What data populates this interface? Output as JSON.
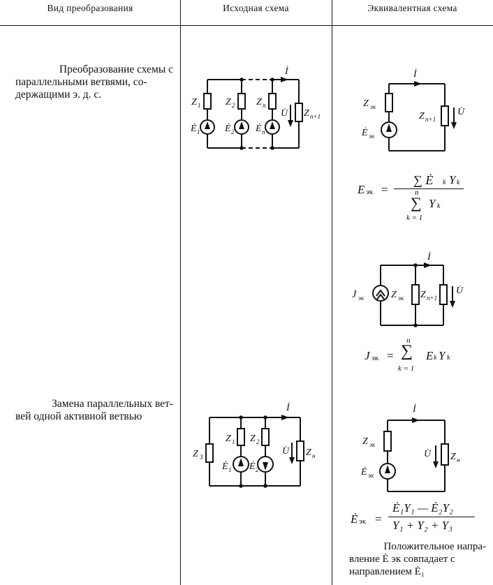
{
  "header": {
    "col1": "Вид преобразования",
    "col2": "Исходная схема",
    "col3": "Эквивалентная схема"
  },
  "row1": {
    "desc_lines": [
      "Преобразование схемы с",
      "параллельными ветвями, со-",
      "держащими э. д. с."
    ],
    "orig_labels": {
      "z1": "Z",
      "z1s": "1",
      "z2": "Z",
      "z2s": "2",
      "zn": "Z",
      "zns": "n",
      "zn1": "Z",
      "zn1s": "n+1",
      "e1": "Ė",
      "e1s": "1",
      "e2": "Ė",
      "e2s": "2",
      "en": "Ė",
      "ens": "n",
      "i": "İ",
      "u": "U̇"
    },
    "eq1_labels": {
      "zek": "Z",
      "zeks": "эк",
      "eek": "Ė",
      "eeks": "эк",
      "zn1": "Z",
      "zn1s": "n+1",
      "i": "İ",
      "u": "U̇"
    },
    "formula1": {
      "lhs": "E",
      "lhs_sub": "эк",
      "eq": "=",
      "num": "∑ Ė",
      "num_sub": "k",
      "num_y": "Y",
      "num_ysub": "k",
      "den_sum": "∑",
      "den_top": "n",
      "den_bot": "k = 1",
      "den_y": "Y",
      "den_ysub": "k"
    },
    "eq2_labels": {
      "jek": "J̇",
      "jeks": "эк",
      "zek": "Z",
      "zeks": "эк",
      "zn1": "Z",
      "zn1s": "n+1",
      "i": "İ",
      "u": "U̇"
    },
    "formula2": {
      "lhs": "J",
      "lhs_sub": "эк",
      "eq": "=",
      "sum": "∑",
      "top": "n",
      "bot": "k = 1",
      "e": "E",
      "e_sub": "k",
      "y": "Y",
      "y_sub": "k"
    }
  },
  "row2": {
    "desc_lines": [
      "Замена параллельных вет-",
      "вей одной активной ветвью"
    ],
    "orig_labels": {
      "z3": "Z",
      "z3s": "3",
      "z1": "Z",
      "z1s": "1",
      "z2": "Z",
      "z2s": "2",
      "zh": "Z",
      "zhs": "н",
      "e1": "Ė",
      "e1s": "1",
      "e2": "Ė",
      "e2s": "2",
      "i": "İ",
      "u": "U̇"
    },
    "eq_labels": {
      "zek": "Z",
      "zeks": "эк",
      "eek": "Ė",
      "eeks": "эк",
      "zh": "Z",
      "zhs": "н",
      "i": "İ",
      "u": "U̇"
    },
    "formula": {
      "lhs": "Ė",
      "lhs_sub": "эк",
      "eq": "=",
      "num": "Ė₁Y₁ — Ė₂Y₂",
      "den": "Y₁ + Y₂ + Y₃"
    },
    "note_lines": [
      "Положительное напра-",
      "вление Ė эк совпадает с",
      "направлением Ė₁"
    ]
  }
}
